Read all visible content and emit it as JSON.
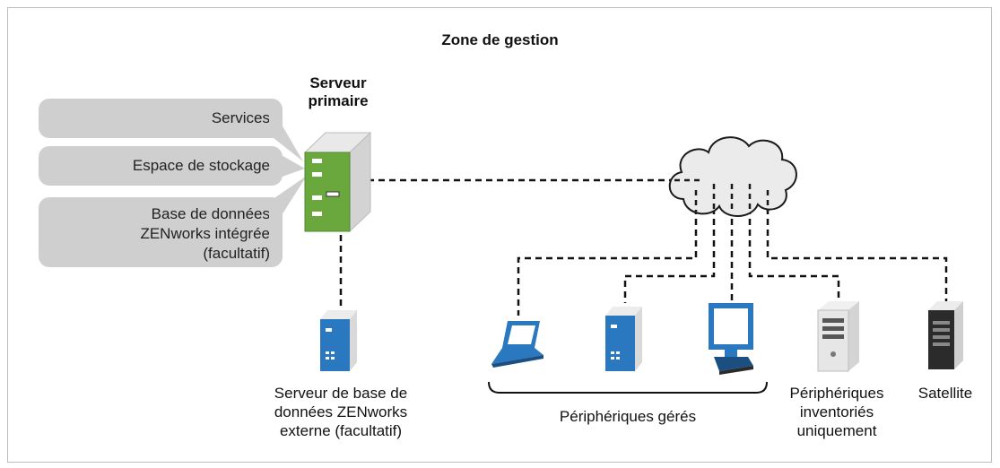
{
  "zone_title": "Zone de gestion",
  "primary_server": {
    "title_line1": "Serveur",
    "title_line2": "primaire"
  },
  "callouts": {
    "services": "Services",
    "storage": "Espace de stockage",
    "db_line1": "Base de données",
    "db_line2": "ZENworks intégrée",
    "db_line3": "(facultatif)"
  },
  "external_db": {
    "line1": "Serveur de base de",
    "line2": "données ZENworks",
    "line3": "externe (facultatif)"
  },
  "managed_devices": "Périphériques gérés",
  "inventoried": {
    "line1": "Périphériques",
    "line2": "inventoriés",
    "line3": "uniquement"
  },
  "satellite": "Satellite"
}
